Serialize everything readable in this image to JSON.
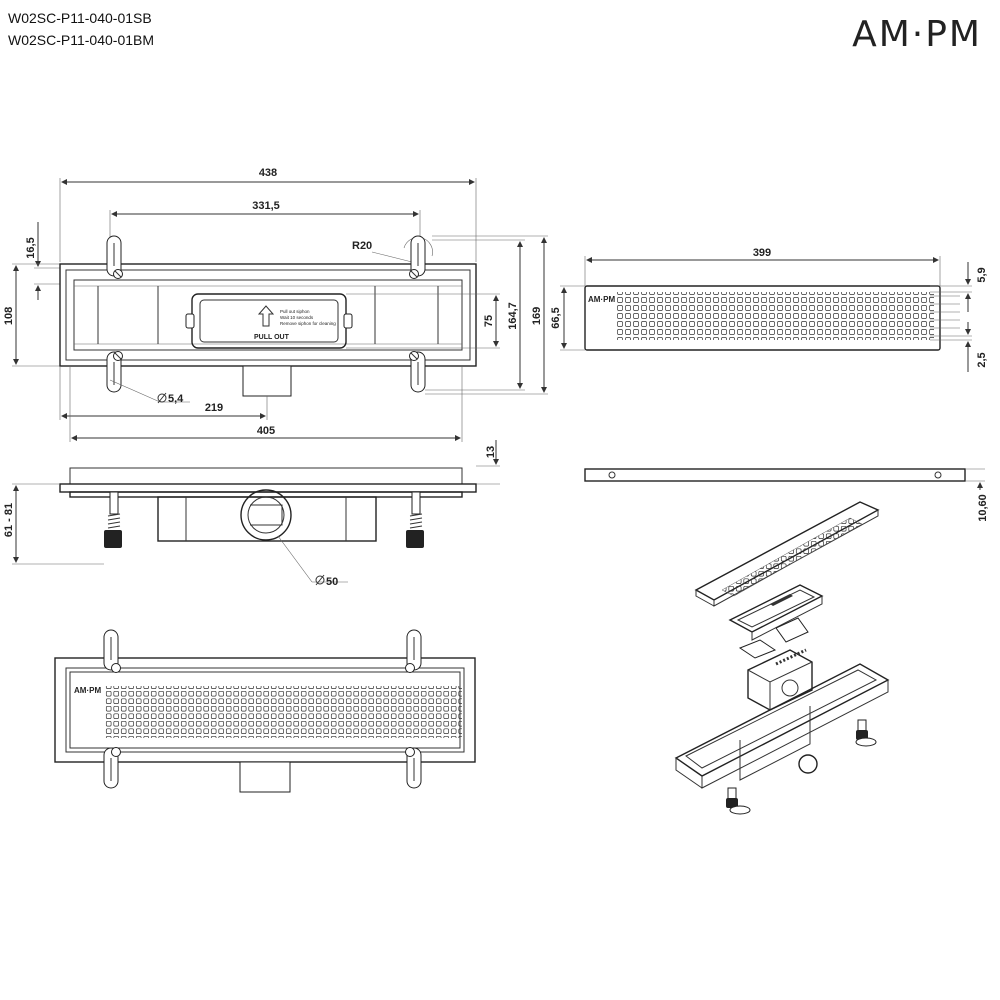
{
  "header": {
    "codes": [
      "W02SC-P11-040-01SB",
      "W02SC-P11-040-01BM"
    ],
    "brand": "AM·PM"
  },
  "top_view": {
    "dims": {
      "overall": "438",
      "inner": "331,5",
      "radius": "R20",
      "edge": "16,5",
      "height": "108",
      "d75": "75",
      "d164": "164,7",
      "d169": "169",
      "hole": "5,4",
      "d219": "219",
      "d405": "405"
    },
    "siphon_label": "PULL OUT",
    "siphon_notes": [
      "Pull out siphon",
      "Wait 10 seconds",
      "Remove siphon for cleaning"
    ]
  },
  "grate_view": {
    "dims": {
      "length": "399",
      "width": "66,5",
      "d59": "5,9",
      "d25": "2,5"
    },
    "logo": "AM·PM"
  },
  "side_view": {
    "dims": {
      "h13": "13",
      "range": "61 - 81",
      "pipe": "50"
    }
  },
  "grate_side": {
    "dims": {
      "thick": "10,60"
    }
  },
  "front_view": {
    "logo": "AM·PM"
  }
}
